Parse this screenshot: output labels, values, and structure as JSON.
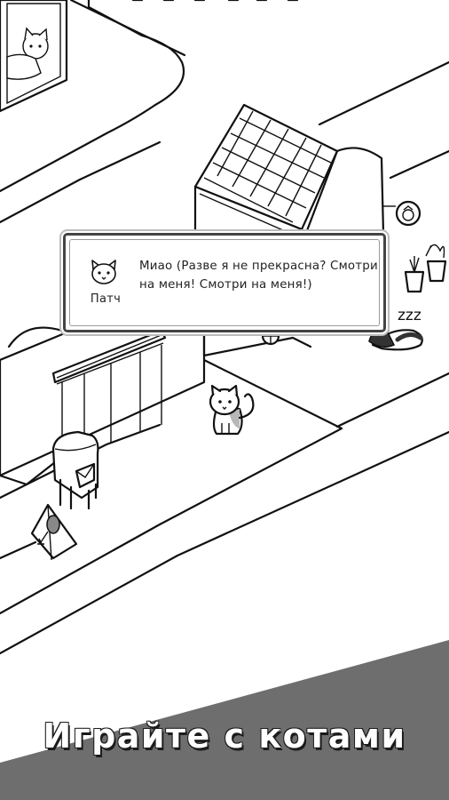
{
  "dialog": {
    "speaker_name": "Патч",
    "message": "Миао (Разве я не прекрасна? Смотри на меня! Смотри на меня!)"
  },
  "caption": {
    "text": "Играйте с котами"
  },
  "scene": {
    "sleep_marker": "zzz",
    "banner_color": "#6e6e6e",
    "icons": [
      "cat-face-icon",
      "bowl-sign-icon",
      "mailbox-icon",
      "chicken-leg-sign-icon"
    ]
  }
}
